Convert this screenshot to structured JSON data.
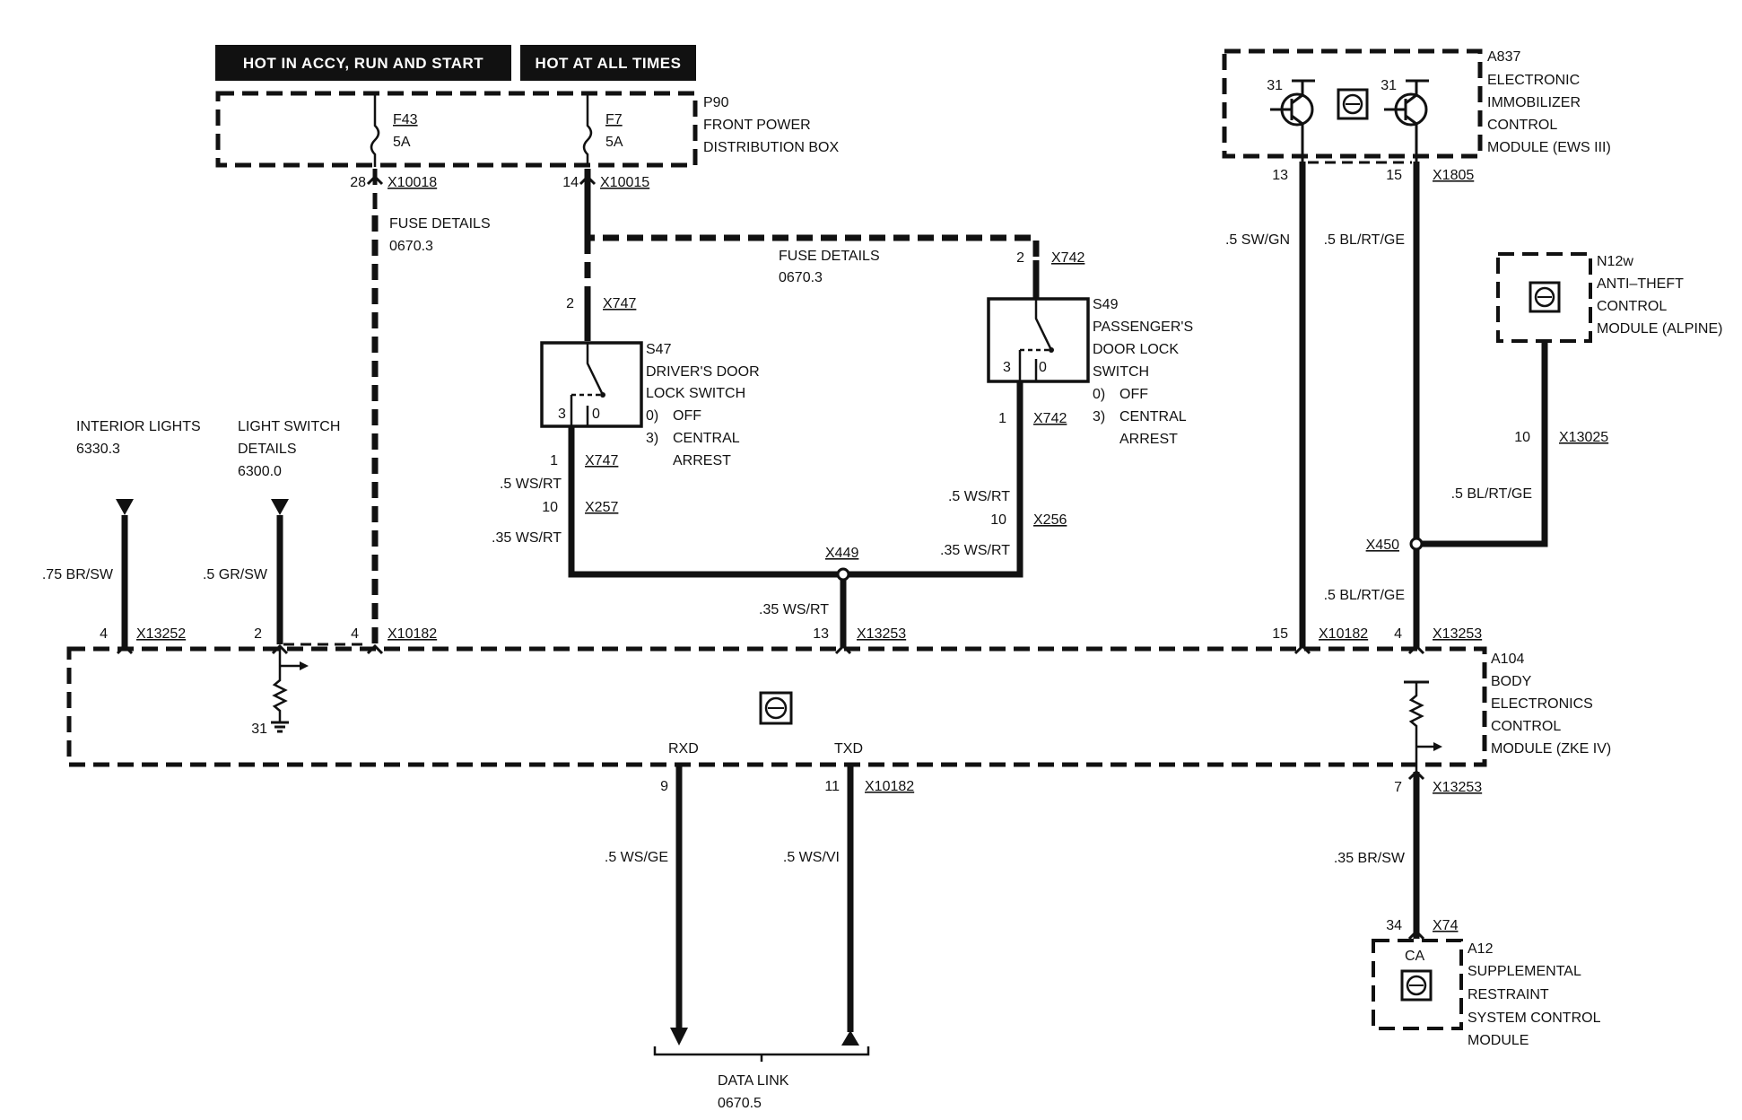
{
  "headers": {
    "hot_accy": "HOT IN ACCY, RUN AND  START",
    "hot_always": "HOT AT ALL TIMES"
  },
  "p90": {
    "id": "P90",
    "name_1": "FRONT POWER",
    "name_2": "DISTRIBUTION BOX",
    "fuse1_id": "F43",
    "fuse1_rating": "5A",
    "fuse2_id": "F7",
    "fuse2_rating": "5A",
    "pin1": "28",
    "conn1": "X10018",
    "pin2": "14",
    "conn2": "X10015"
  },
  "fuse_details_1": {
    "line1": "FUSE DETAILS",
    "line2": "0670.3"
  },
  "fuse_details_2": {
    "line1": "FUSE DETAILS",
    "line2": "0670.3"
  },
  "s47": {
    "id": "S47",
    "l1": "DRIVER'S DOOR",
    "l2": "LOCK SWITCH",
    "pos0_num": "0)",
    "pos0": "OFF",
    "pos3_num": "3)",
    "pos3_a": "CENTRAL",
    "pos3_b": "ARREST",
    "t3": "3",
    "t0": "0",
    "top_pin": "2",
    "top_conn": "X747",
    "bot_pin": "1",
    "bot_conn": "X747",
    "wire_a": ".5 WS/RT",
    "pin10": "10",
    "conn_x257": "X257",
    "wire_b": ".35 WS/RT"
  },
  "s49": {
    "id": "S49",
    "l1": "PASSENGER'S",
    "l2": "DOOR LOCK",
    "l3": "SWITCH",
    "pos0_num": "0)",
    "pos0": "OFF",
    "pos3_num": "3)",
    "pos3_a": "CENTRAL",
    "pos3_b": "ARREST",
    "t3": "3",
    "t0": "0",
    "top_pin": "2",
    "top_conn": "X742",
    "bot_pin": "1",
    "bot_conn": "X742",
    "wire_a": ".5 WS/RT",
    "pin10": "10",
    "conn_x256": "X256",
    "wire_b": ".35 WS/RT"
  },
  "splice_x449": {
    "label": "X449",
    "wire": ".35 WS/RT",
    "pin": "13",
    "conn": "X13253"
  },
  "interior_lights": {
    "l1": "INTERIOR LIGHTS",
    "l2": "6330.3",
    "wire": ".75 BR/SW",
    "pin": "4",
    "conn": "X13252"
  },
  "light_switch": {
    "l1": "LIGHT SWITCH",
    "l2": "DETAILS",
    "l3": "6300.0",
    "wire": ".5 GR/SW",
    "pin": "2",
    "ground": "31"
  },
  "fuse_feed": {
    "pin": "4",
    "conn": "X10182"
  },
  "a837": {
    "id": "A837",
    "l1": "ELECTRONIC",
    "l2": "IMMOBILIZER",
    "l3": "CONTROL",
    "l4": "MODULE (EWS III)",
    "t1": "31",
    "t2": "31",
    "pin13": "13",
    "pin15": "15",
    "conn": "X1805",
    "wire_left": ".5 SW/GN",
    "wire_right": ".5 BL/RT/GE"
  },
  "n12w": {
    "id": "N12w",
    "l1": "ANTI–THEFT",
    "l2": "CONTROL",
    "l3": "MODULE (ALPINE)",
    "pin": "10",
    "conn": "X13025",
    "wire": ".5 BL/RT/GE"
  },
  "splice_x450": {
    "label": "X450",
    "wire": ".5 BL/RT/GE"
  },
  "a104": {
    "id": "A104",
    "l1": "BODY",
    "l2": "ELECTRONICS",
    "l3": "CONTROL",
    "l4": "MODULE (ZKE IV)",
    "pin15": "15",
    "conn15": "X10182",
    "pin4": "4",
    "conn4": "X13253",
    "rxd": "RXD",
    "txd": "TXD",
    "pin9": "9",
    "pin11": "11",
    "conn_data": "X10182",
    "pin7": "7",
    "conn7": "X13253"
  },
  "data_link": {
    "wire_rx": ".5 WS/GE",
    "wire_tx": ".5 WS/VI",
    "l1": "DATA LINK",
    "l2": "0670.5"
  },
  "a12": {
    "id": "A12",
    "ca": "CA",
    "l1": "SUPPLEMENTAL",
    "l2": "RESTRAINT",
    "l3": "SYSTEM CONTROL",
    "l4": "MODULE",
    "wire": ".35 BR/SW",
    "pin": "34",
    "conn": "X74"
  }
}
